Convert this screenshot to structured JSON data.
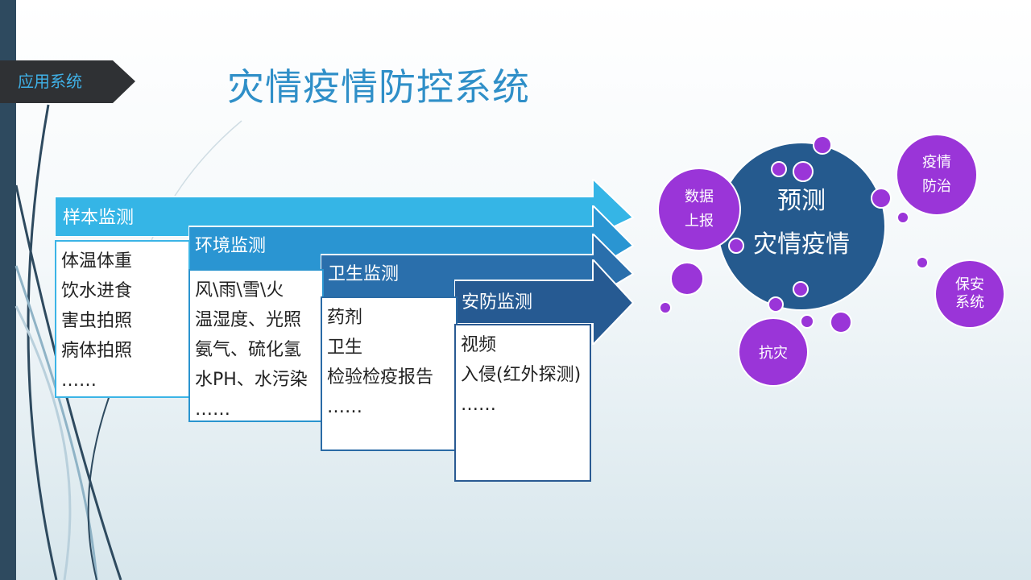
{
  "section_tab": "应用系统",
  "title": "灾情疫情防控系统",
  "columns": [
    {
      "header": "样本监测",
      "items": [
        "体温体重",
        "饮水进食",
        "害虫拍照",
        "病体拍照",
        "……"
      ]
    },
    {
      "header": "环境监测",
      "items": [
        "风\\雨\\雪\\火",
        "温湿度、光照",
        "氨气、硫化氢",
        "水PH、水污染",
        "……"
      ]
    },
    {
      "header": "卫生监测",
      "items": [
        "药剂",
        "卫生",
        "检验检疫报告",
        "……"
      ]
    },
    {
      "header": "安防监测",
      "items": [
        "视频",
        "入侵(红外探测)",
        "……"
      ]
    }
  ],
  "center": {
    "line1": "预测",
    "line2": "灾情疫情"
  },
  "bubbles": {
    "data_report": {
      "line1": "数据",
      "line2": "上报"
    },
    "epidemic": {
      "line1": "疫情",
      "line2": "防治"
    },
    "security": {
      "line1": "保安",
      "line2": "系统"
    },
    "disaster": "抗灾"
  },
  "colors": {
    "arrow1": "#35b5e6",
    "arrow2": "#2a95d2",
    "arrow3": "#2a6fac",
    "arrow4": "#265a92",
    "center": "#255a8e",
    "bubble": "#9a35d8"
  }
}
